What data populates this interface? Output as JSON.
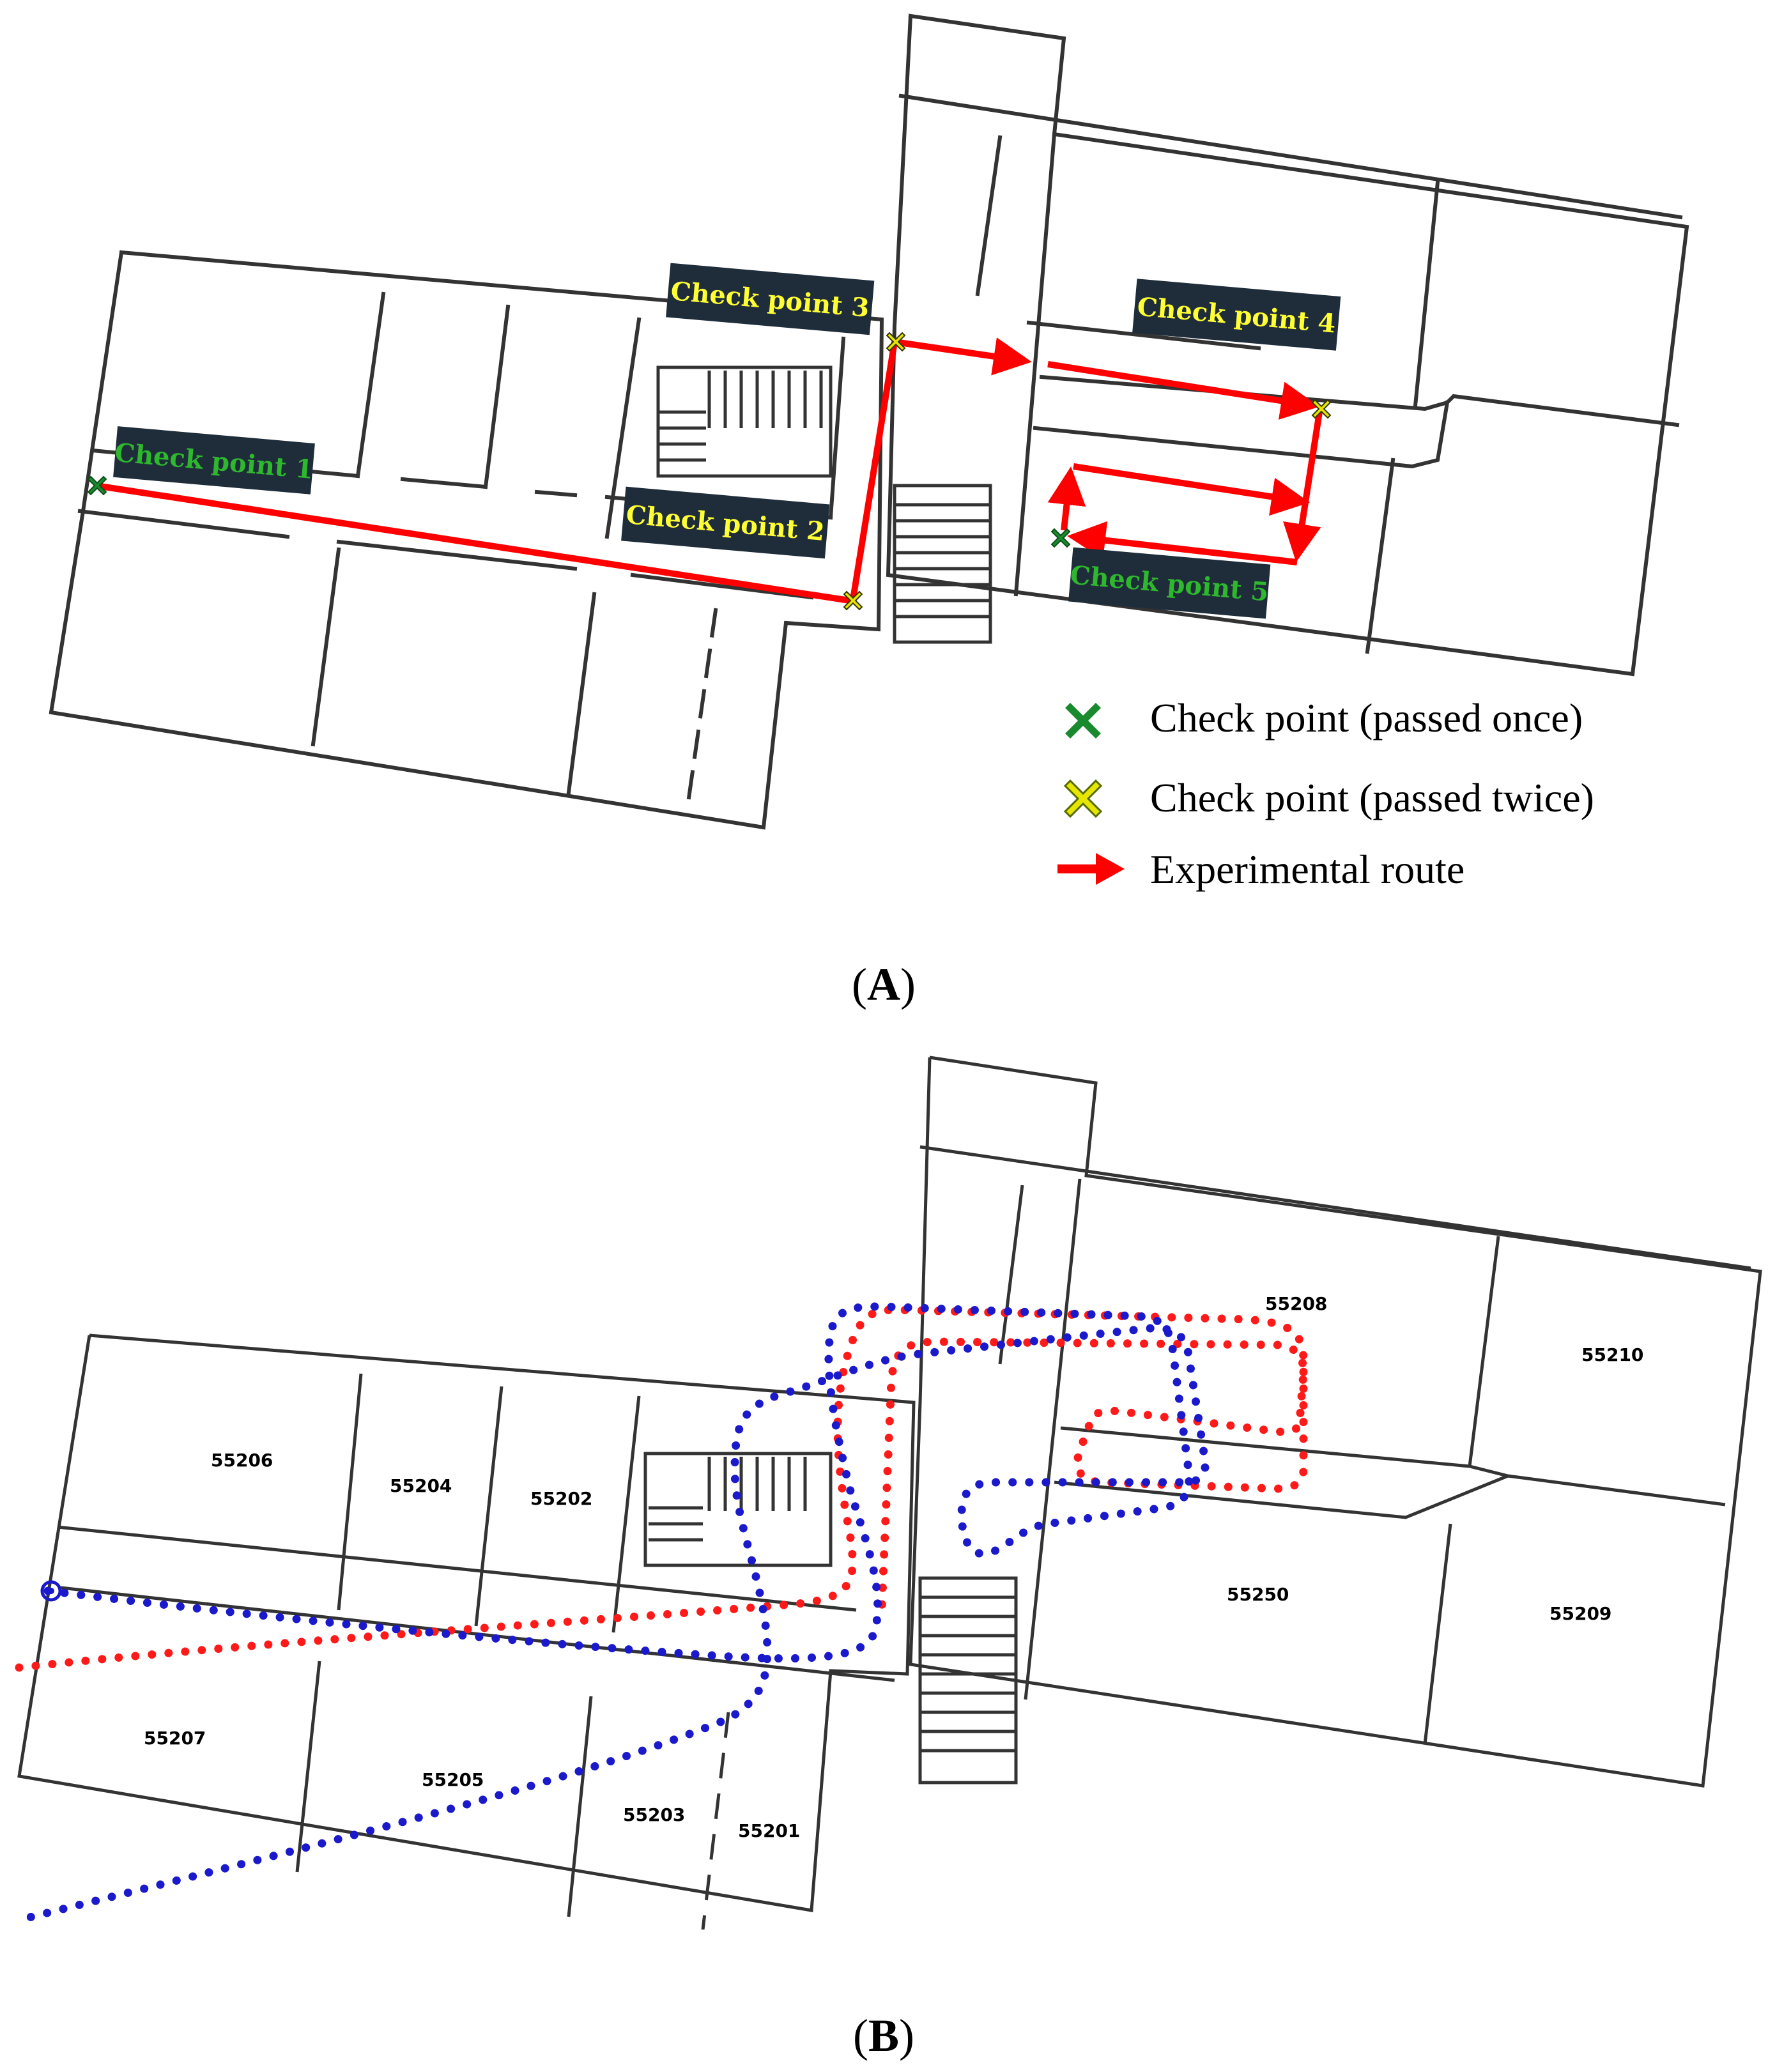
{
  "panel_a": {
    "label_open": "(",
    "label_letter": "A",
    "label_close": ")",
    "checkpoints": [
      {
        "label": "Check point 1",
        "label_color": "#2eb82e",
        "marker": "passed-once"
      },
      {
        "label": "Check point 2",
        "label_color": "#ffff33",
        "marker": "passed-twice"
      },
      {
        "label": "Check point 3",
        "label_color": "#ffff33",
        "marker": "passed-twice"
      },
      {
        "label": "Check point 4",
        "label_color": "#ffff33",
        "marker": "passed-twice"
      },
      {
        "label": "Check point 5",
        "label_color": "#2eb82e",
        "marker": "passed-once"
      }
    ],
    "legend": {
      "passed_once": "Check point (passed once)",
      "passed_twice": "Check point (passed twice)",
      "route": "Experimental route"
    }
  },
  "panel_b": {
    "label_open": "(",
    "label_letter": "B",
    "label_close": ")",
    "rooms": [
      "55206",
      "55204",
      "55202",
      "55207",
      "55205",
      "55203",
      "55201",
      "55208",
      "55210",
      "55250",
      "55209"
    ],
    "trajectory_colors": {
      "red": "#ff1a1a",
      "blue": "#1a1acc"
    }
  },
  "colors": {
    "route": "#ff0000",
    "marker_once": "#1a8a2e",
    "marker_twice": "#e6e600",
    "label_box": "#1f2d3a"
  }
}
